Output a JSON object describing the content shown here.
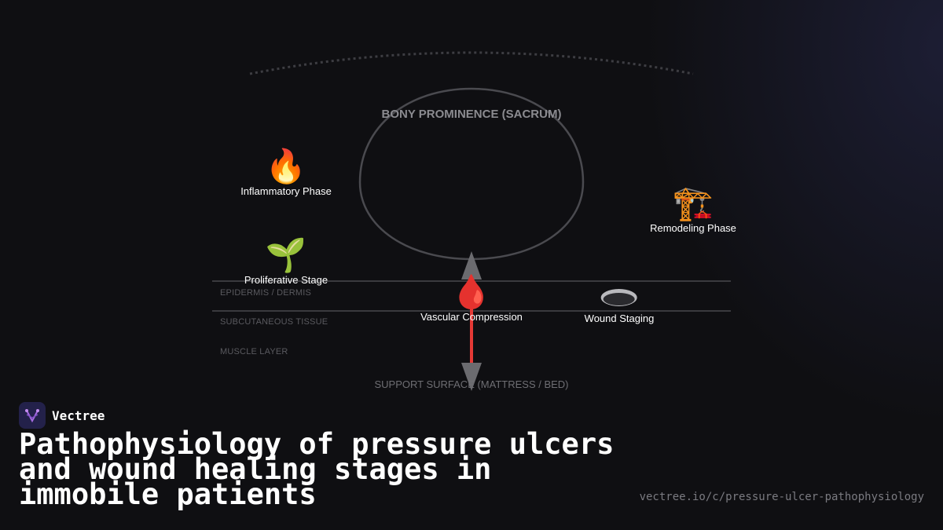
{
  "diagram": {
    "arc_label": "BONY PROMINENCE (SACRUM)",
    "support_label": "SUPPORT SURFACE (MATTRESS / BED)",
    "layers": [
      "EPIDERMIS / DERMIS",
      "SUBCUTANEOUS TISSUE",
      "MUSCLE LAYER"
    ],
    "nodes": {
      "inflammatory": {
        "icon": "🔥",
        "label": "Inflammatory Phase"
      },
      "proliferative": {
        "icon": "🌱",
        "label": "Proliferative Stage"
      },
      "remodeling": {
        "icon": "🏗️",
        "label": "Remodeling Phase"
      },
      "vascular": {
        "icon": "🩸",
        "label": "Vascular Compression"
      },
      "wound": {
        "icon": "wound-icon",
        "label": "Wound Staging"
      }
    },
    "colors": {
      "pressure_arrow": "#e53935",
      "outline": "#4a4a4f"
    }
  },
  "footer": {
    "brand": "Vectree",
    "title": "Pathophysiology of pressure ulcers and wound healing stages in immobile patients",
    "url": "vectree.io/c/pressure-ulcer-pathophysiology"
  }
}
